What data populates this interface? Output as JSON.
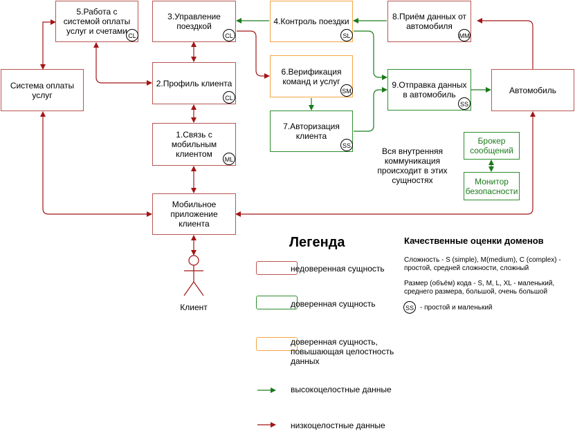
{
  "nodes": {
    "n5": {
      "label": "5.Работа с системой оплаты услуг и счетами",
      "badge": "CL"
    },
    "n3": {
      "label": "3.Управление поездкой",
      "badge": "CL"
    },
    "n4": {
      "label": "4.Контроль поездки",
      "badge": "SL"
    },
    "n8": {
      "label": "8.Приём данных от автомобиля",
      "badge": "MM"
    },
    "n2": {
      "label": "2.Профиль клиента",
      "badge": "CL"
    },
    "n6": {
      "label": "6.Верификация команд и услуг",
      "badge": "SM"
    },
    "n9": {
      "label": "9.Отправка данных в автомобиль",
      "badge": "SS"
    },
    "n7": {
      "label": "7.Авторизация клиента",
      "badge": "SS"
    },
    "n1": {
      "label": "1.Связь с мобильным клиентом",
      "badge": "ML"
    },
    "payment": {
      "label": "Система оплаты услуг"
    },
    "car": {
      "label": "Автомобиль"
    },
    "mobile": {
      "label": "Мобильное приложение клиента"
    },
    "broker": {
      "label": "Брокер сообщений"
    },
    "monitor": {
      "label": "Монитор безопасности"
    }
  },
  "actor": {
    "label": "Клиент"
  },
  "internal_note": "Вся внутренняя коммуникация происходит в этих сущностях",
  "legend": {
    "title": "Легенда",
    "untrusted": "недоверенная сущность",
    "trusted": "доверенная сущность",
    "trusted_integrity": "доверенная сущность, повышающая целостность данных",
    "high_integrity": "высокоцелостные данные",
    "low_integrity": "низкоцелостные данные"
  },
  "quality": {
    "title": "Качественные оценки доменов",
    "complexity": "Сложность - S (simple), M(medium), C (complex) - простой, средней сложности, сложный",
    "size": "Размер (объём) кода - S, M, L, XL - маленький, среднего размера, большой, очень большой",
    "example_badge": "SS",
    "example_text": "- простой и маленький"
  },
  "colors": {
    "untrusted": "#b85450",
    "trusted": "#2e8b2e",
    "trusted_integrity": "#f5a442",
    "low_integrity_arrow": "#a31515",
    "high_integrity_arrow": "#1a7a1a"
  }
}
